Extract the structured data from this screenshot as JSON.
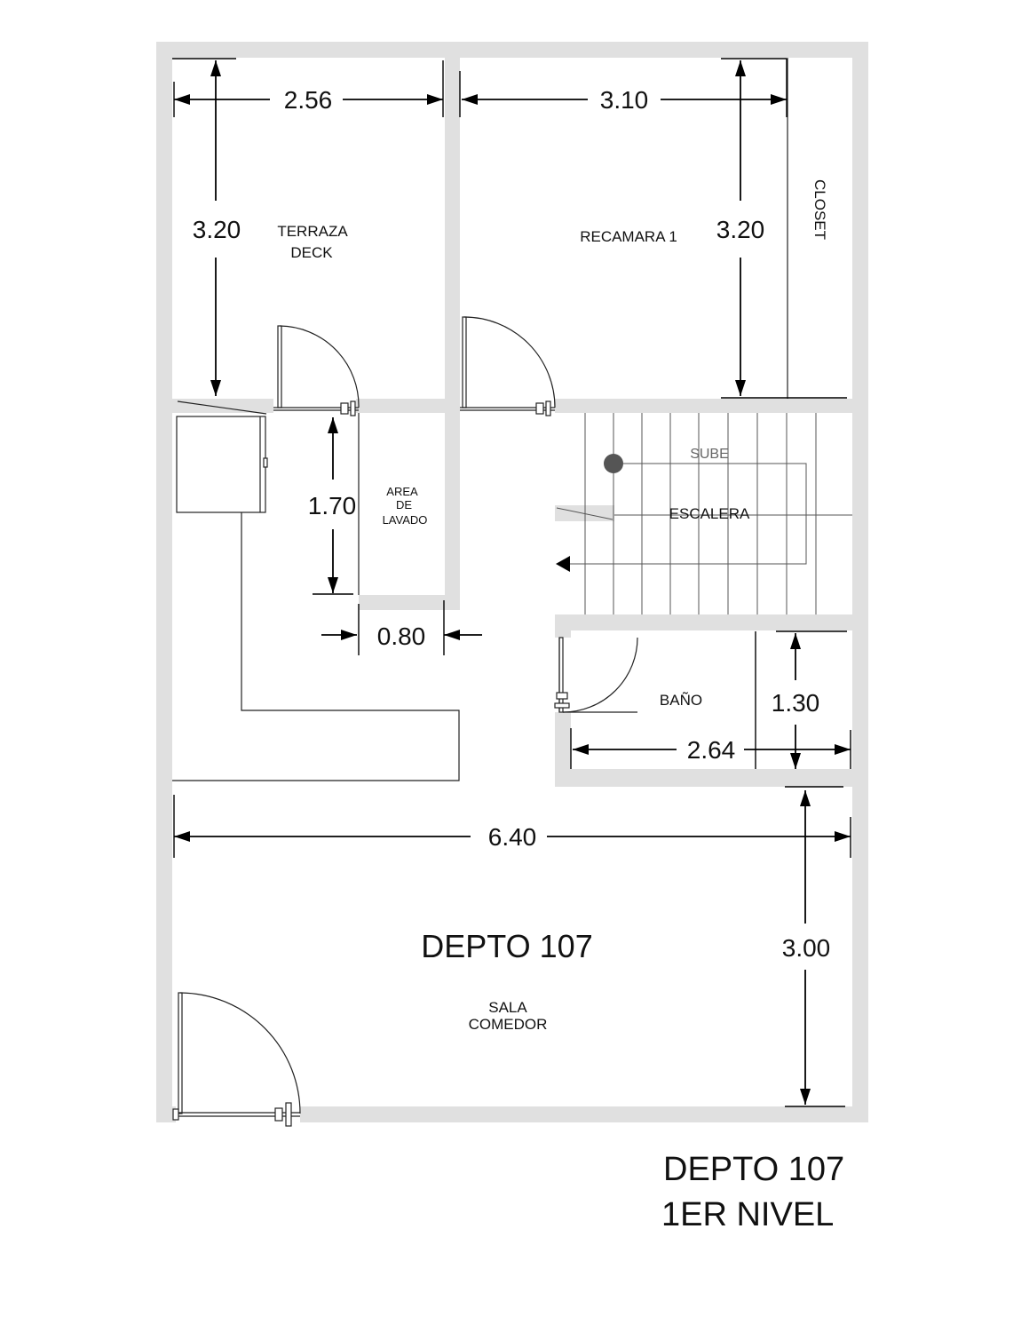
{
  "rooms": {
    "terraza_line1": "TERRAZA",
    "terraza_line2": "DECK",
    "recamara": "RECAMARA 1",
    "closet": "CLOSET",
    "area_line1": "AREA",
    "area_line2": "DE",
    "area_line3": "LAVADO",
    "sube": "SUBE",
    "escalera": "ESCALERA",
    "bano": "BAÑO",
    "sala_line1": "SALA",
    "sala_line2": "COMEDOR",
    "depto_center": "DEPTO 107"
  },
  "dimensions": {
    "terraza_width": "2.56",
    "recamara_width": "3.10",
    "terraza_height": "3.20",
    "recamara_height": "3.20",
    "lavado_height": "1.70",
    "lavado_width": "0.80",
    "bano_height": "1.30",
    "bano_width": "2.64",
    "total_width": "6.40",
    "sala_height": "3.00"
  },
  "title": {
    "line1": "DEPTO 107",
    "line2": "1ER NIVEL"
  },
  "colors": {
    "wall": "#e0e0e0",
    "line": "#222222"
  }
}
